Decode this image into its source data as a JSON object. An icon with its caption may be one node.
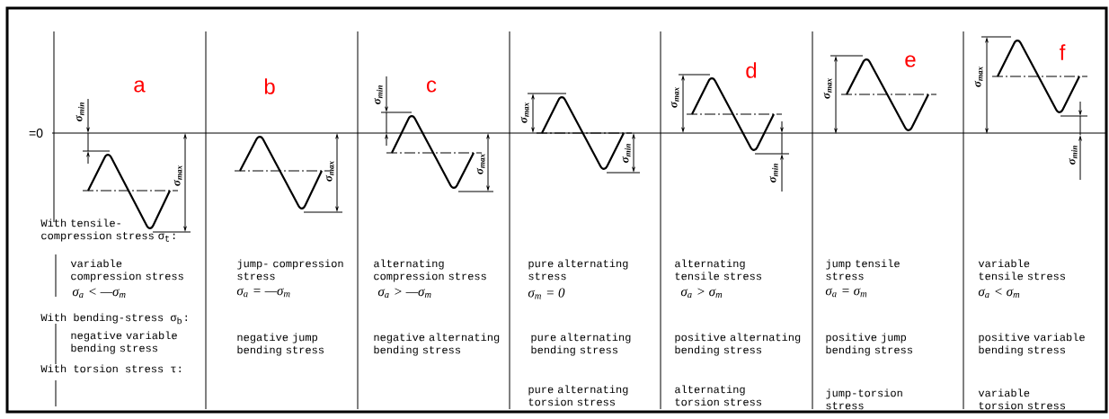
{
  "diagram": {
    "labels": [
      "a",
      "b",
      "c",
      "d",
      "e",
      "f",
      "=0",
      "σ$_{min}$",
      "σ$_{max}$",
      "σ$_{max}$",
      "σ$_{min}$",
      "σ$_{max}$",
      "σ$_{max}$",
      "σ$_{min}$",
      "σ$_{max}$",
      "σ$_{min}$",
      "σ$_{max}$",
      "σ$_{max}$",
      "σ$_{min}$",
      "With tensile- compression stress σ$_{t}$:",
      "variable compression stress",
      "jump- compression stress",
      "alternating compression stress",
      "pure alternating stress",
      "alternating tensile stress",
      "jump tensile stress",
      "variable tensile stress",
      "σ$_{a}$ < —σ$_{m}$",
      "σ$_{a}$ = —σ$_{m}$",
      "σ$_{a}$ > —σ$_{m}$",
      "σ$_{m}$ = 0",
      "σ$_{a}$ > σ$_{m}$",
      "σ$_{a}$ = σ$_{m}$",
      "σ$_{a}$ < σ$_{m}$",
      "With bending-stress σ$_{b}$:",
      "negative variable bending stress",
      "negative jump bending stress",
      "negative alternating bending stress",
      "pure alternating bending stress",
      "positive alternating bending stress",
      "positive jump bending stress",
      "positive variable bending stress",
      "With torsion stress τ:",
      "pure alternating torsion stress",
      "alternating torsion stress",
      "jump-torsion stress",
      "variable torsion stress"
    ]
  }
}
